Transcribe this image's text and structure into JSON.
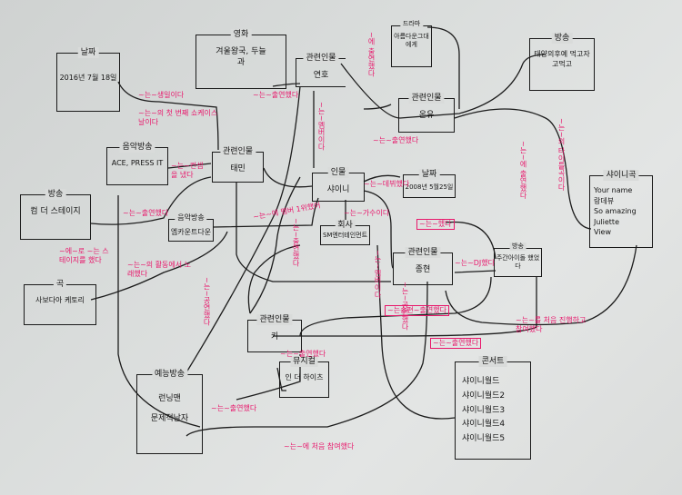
{
  "nodes": {
    "date1": {
      "category": "날짜",
      "value": "2016년 7월 18일"
    },
    "movie": {
      "category": "영화",
      "value": "겨울왕국, 두늘과"
    },
    "person_yeonho": {
      "category": "관련인물",
      "value": "연호"
    },
    "drama": {
      "category": "드라마",
      "value": "아름다운그대에게"
    },
    "broadcast_dots": {
      "category": "방송",
      "value": "태양의후예 먹고자고먹고"
    },
    "person_onew": {
      "category": "관련인물",
      "value": "온유"
    },
    "music_show1": {
      "category": "음악방송",
      "value": "ACE, PRESS IT"
    },
    "person_taemin": {
      "category": "관련인물",
      "value": "태민"
    },
    "group": {
      "category": "인물",
      "value": "샤이니"
    },
    "date2": {
      "category": "날짜",
      "value": "2008년 5월25일"
    },
    "songs": {
      "category": "샤이니곡",
      "items": [
        "Your name",
        "랑데뷰",
        "So amazing",
        "Juliette",
        "View"
      ]
    },
    "broadcast_stage": {
      "category": "방송",
      "value": "컴 더 스테이지"
    },
    "music_show2": {
      "category": "음악방송",
      "value": "엠카운트다운"
    },
    "company": {
      "category": "회사",
      "value": "SM엔터테인먼트"
    },
    "person_jonghyun": {
      "category": "관련인물",
      "value": "종현"
    },
    "broadcast_weekly": {
      "category": "방송",
      "value": "주간아이돌 했었다"
    },
    "song": {
      "category": "곡",
      "value": "사보다아 케토리"
    },
    "person_key": {
      "category": "관련인물",
      "value": "키"
    },
    "musical": {
      "category": "뮤지컬",
      "value": "인 더 하이츠"
    },
    "variety": {
      "category": "예능방송",
      "items": [
        "런닝맨",
        "문제적남자"
      ]
    },
    "concert": {
      "category": "콘서트",
      "items": [
        "샤이니월드",
        "샤이니월드2",
        "샤이니월드3",
        "샤이니월드4",
        "샤이니월드5"
      ]
    }
  },
  "relations": [
    "~는~생일이다",
    "~는~의 첫 번째 쇼케이스 날이다",
    "~는~컨셉을 냈다",
    "~는~출연했다",
    "~에~로 ~는 스테이지를 했다",
    "~는~의 활동에서 노래했다",
    "~는~출연했다",
    "~는~멤버이다",
    "~는~에 멤버 1위했어",
    "~는~가수이다",
    "~는~데뷔했다",
    "~는~했다",
    "~는~DJ했다",
    "~는~출연했다",
    "~에 출연했다",
    "~는~에 출연했다",
    "~는~의 타이틀곡이다",
    "~는송편~출연했다",
    "~는~출연했다",
    "~는~를 처음 진행하고 참여했다",
    "~는~출연했다",
    "~는~출연했다",
    "~는~에 처음 참여했다",
    "~는~공연했다",
    "~는~출연했다",
    "~는~멤버이다",
    "~는~공연했다"
  ],
  "colors": {
    "ink": "#1a1a1a",
    "relation": "#e8176b",
    "paper": "#d9dbda"
  }
}
